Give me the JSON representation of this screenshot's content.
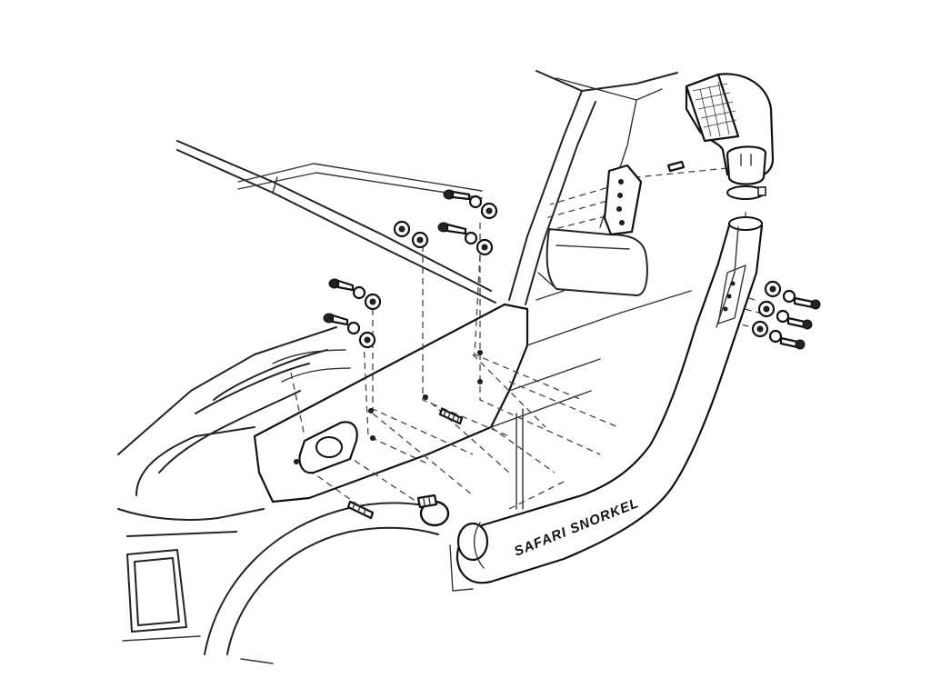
{
  "diagram": {
    "brand_text": "SAFARI SNORKEL",
    "colors": {
      "line": "#222222",
      "background": "#ffffff"
    },
    "parts": [
      {
        "name": "air-ram-head"
      },
      {
        "name": "hose-clamp"
      },
      {
        "name": "snorkel-body"
      },
      {
        "name": "a-pillar-bracket"
      },
      {
        "name": "wing-through-hole"
      },
      {
        "name": "lower-clamp"
      },
      {
        "name": "bolt-set"
      }
    ]
  }
}
